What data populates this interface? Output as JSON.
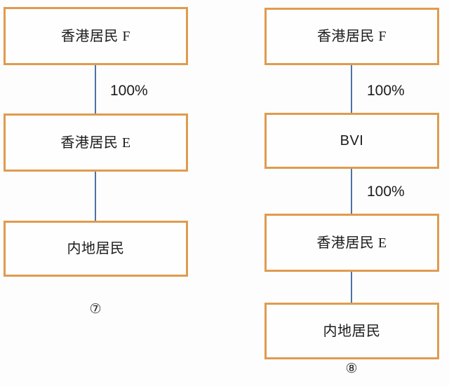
{
  "diagram": {
    "title": "",
    "background_color": "#fdfdfd",
    "box_border_color": "#e09b4e",
    "box_fill_color": "#fefefe",
    "connector_color": "#4b75a3",
    "text_color": "#1b1b1b"
  },
  "left_chart": {
    "marker": "⑦",
    "nodes": [
      {
        "label": "香港居民 F"
      },
      {
        "label": "香港居民 E"
      },
      {
        "label": "内地居民"
      }
    ],
    "edges": [
      {
        "label": "100%"
      },
      {
        "label": ""
      }
    ]
  },
  "right_chart": {
    "marker": "⑧",
    "nodes": [
      {
        "label": "香港居民 F"
      },
      {
        "label": "BVI"
      },
      {
        "label": "香港居民 E"
      },
      {
        "label": "内地居民"
      }
    ],
    "edges": [
      {
        "label": "100%"
      },
      {
        "label": "100%"
      },
      {
        "label": ""
      }
    ]
  }
}
